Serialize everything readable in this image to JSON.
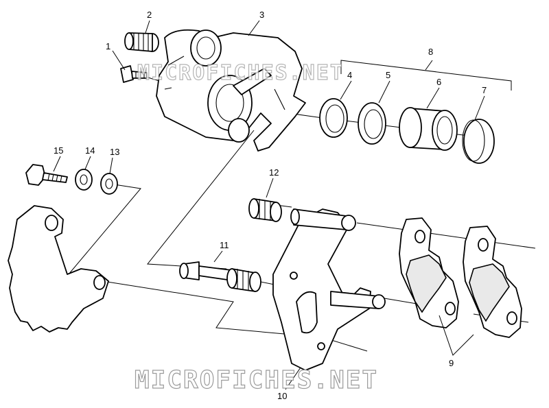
{
  "diagram": {
    "callouts": [
      {
        "id": "1",
        "label": "1"
      },
      {
        "id": "2",
        "label": "2"
      },
      {
        "id": "3",
        "label": "3"
      },
      {
        "id": "4",
        "label": "4"
      },
      {
        "id": "5",
        "label": "5"
      },
      {
        "id": "6",
        "label": "6"
      },
      {
        "id": "7",
        "label": "7"
      },
      {
        "id": "8",
        "label": "8"
      },
      {
        "id": "9",
        "label": "9"
      },
      {
        "id": "10",
        "label": "10"
      },
      {
        "id": "11",
        "label": "11"
      },
      {
        "id": "12",
        "label": "12"
      },
      {
        "id": "13",
        "label": "13"
      },
      {
        "id": "14",
        "label": "14"
      },
      {
        "id": "15",
        "label": "15"
      }
    ],
    "watermark_top": "MICROFICHES.NET",
    "watermark_bottom": "MICROFICHES.NET"
  }
}
